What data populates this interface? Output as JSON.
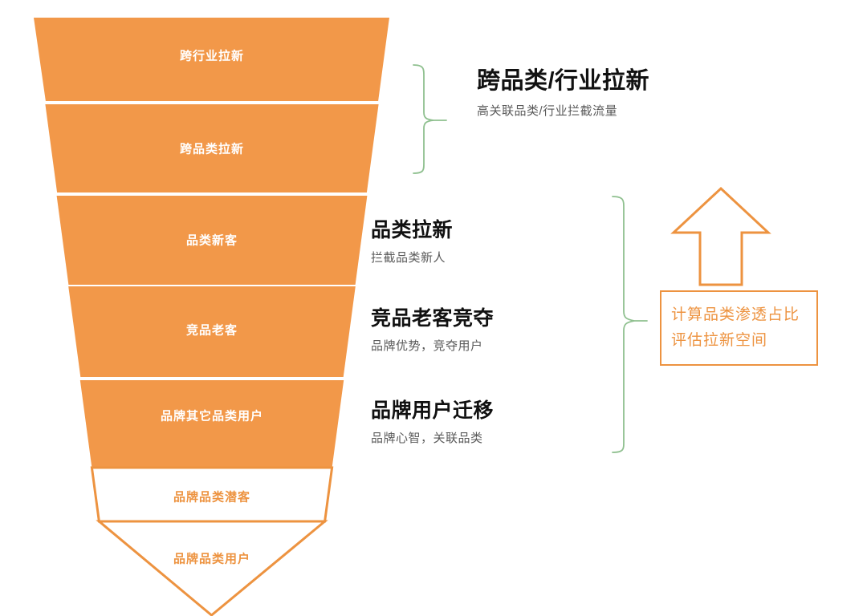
{
  "diagram": {
    "title_text_present": false,
    "accent_orange": "#F29849",
    "accent_orange_border": "#ED9340",
    "brace_green": "#8FC08F",
    "funnel": {
      "stages": [
        {
          "label": "跨行业拉新",
          "style": "filled"
        },
        {
          "label": "跨品类拉新",
          "style": "filled"
        },
        {
          "label": "品类新客",
          "style": "filled"
        },
        {
          "label": "竞品老客",
          "style": "filled"
        },
        {
          "label": "品牌其它品类用户",
          "style": "filled"
        },
        {
          "label": "品牌品类潜客",
          "style": "outlined"
        },
        {
          "label": "品牌品类用户",
          "style": "outlined"
        }
      ]
    },
    "callouts": [
      {
        "title": "跨品类/行业拉新",
        "subtitle": "高关联品类/行业拦截流量",
        "size": "big"
      },
      {
        "title": "品类拉新",
        "subtitle": "拦截品类新人",
        "size": "mid"
      },
      {
        "title": "竞品老客竞夺",
        "subtitle": "品牌优势，竞夺用户",
        "size": "mid"
      },
      {
        "title": "品牌用户迁移",
        "subtitle": "品牌心智，关联品类",
        "size": "mid"
      }
    ],
    "note_box": {
      "line1": "计算品类渗透占比",
      "line2": "评估拉新空间"
    }
  }
}
